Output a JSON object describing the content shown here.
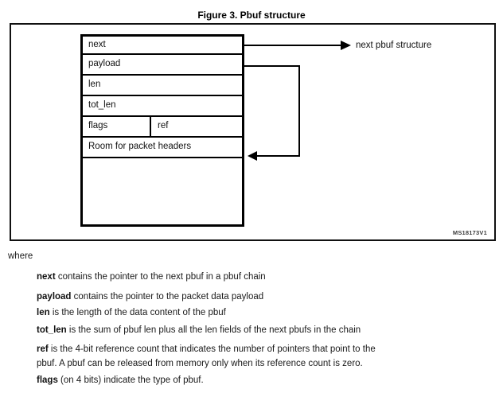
{
  "figure": {
    "title": "Figure 3. Pbuf structure",
    "watermark": "MS18173V1"
  },
  "diagram": {
    "fields": {
      "next": "next",
      "payload": "payload",
      "len": "len",
      "tot_len": "tot_len",
      "flags": "flags",
      "ref": "ref",
      "room": "Room for packet headers"
    },
    "arrow_label": "next pbuf structure",
    "line_color": "#000000"
  },
  "description": {
    "intro": "where",
    "definitions": [
      {
        "term": "next",
        "text": " contains the pointer to the next pbuf in a pbuf chain"
      },
      {
        "term": "payload",
        "text": " contains the pointer to the packet data payload"
      },
      {
        "term": "len",
        "text": " is the length of the data content of the pbuf"
      },
      {
        "term": "tot_len",
        "text": " is the sum of pbuf len plus all the len fields of the next pbufs in the chain"
      },
      {
        "term": "ref",
        "text": " is the 4-bit reference count that indicates the number of pointers that point to the",
        "text2": "pbuf. A pbuf can be released from memory only when its reference count is zero."
      },
      {
        "term": "flags",
        "text": " (on 4 bits) indicate the type of pbuf."
      }
    ]
  }
}
